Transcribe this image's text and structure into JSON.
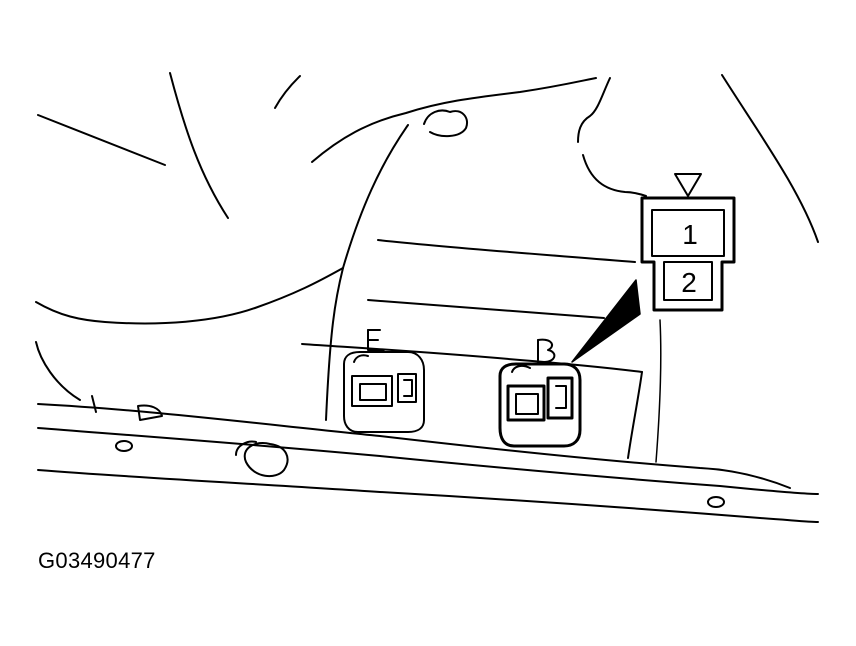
{
  "figure_id": "G03490477",
  "callout": {
    "pin_1": "1",
    "pin_2": "2"
  },
  "connectors": {
    "left_label": "E",
    "right_label": "B"
  },
  "colors": {
    "line": "#000000",
    "background": "#ffffff"
  }
}
